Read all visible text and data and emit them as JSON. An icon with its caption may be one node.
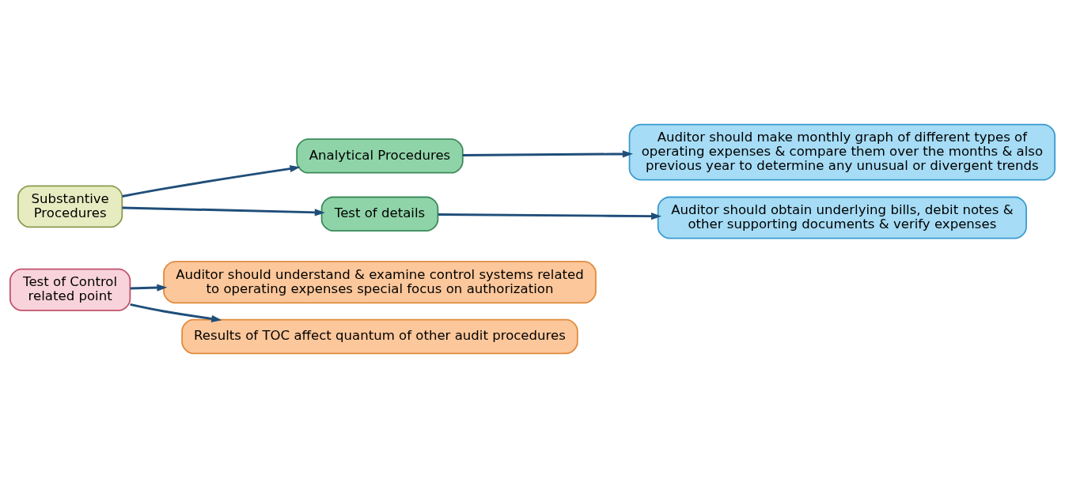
{
  "diagram": {
    "nodes": [
      {
        "text": [
          "Test of Control related point"
        ]
      },
      {
        "text": [
          "Auditor should understand & examine control systems related to operating expenses special focus on authorization"
        ]
      },
      {
        "text": [
          "Results of TOC affect quantum of other audit procedures"
        ]
      },
      {
        "text": [
          "Substantive Procedures"
        ]
      },
      {
        "text": [
          "Analytical Procedures"
        ]
      },
      {
        "text": [
          "Auditor should make monthly graph of different types of operating expenses & compare them over the months & also previous year to determine any unusual or divergent trends"
        ]
      },
      {
        "text": [
          "Test of details"
        ]
      },
      {
        "text": [
          "Auditor should obtain underlying bills, debit notes & other supporting documents & verify expenses"
        ]
      }
    ],
    "edges": [
      {
        "from": 0,
        "to": 1,
        "arrow": "to"
      },
      {
        "from": 0,
        "to": 2,
        "arrow": "to"
      },
      {
        "from": 3,
        "to": 4,
        "arrow": "to"
      },
      {
        "from": 3,
        "to": 6,
        "arrow": "to"
      },
      {
        "from": 4,
        "to": 5,
        "arrow": "to"
      },
      {
        "from": 6,
        "to": 7,
        "arrow": "to"
      }
    ]
  }
}
